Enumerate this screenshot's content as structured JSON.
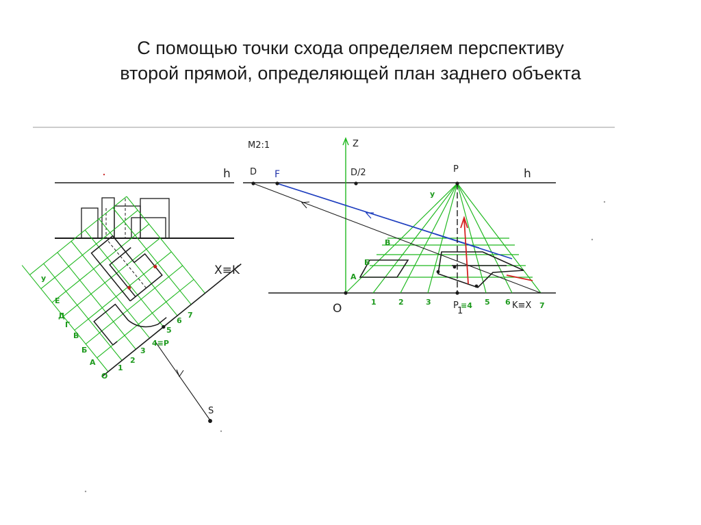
{
  "title": {
    "line1": "С помощью точки схода определяем перспективу",
    "line2": "второй прямой, определяющей план заднего объекта"
  },
  "labels": {
    "scale": "М2:1",
    "horizon_left": "h",
    "horizon_right": "h",
    "D": "D",
    "F": "F",
    "D_half": "D/2",
    "P": "P",
    "Z": "Z",
    "O": "O",
    "y_persp": "y",
    "A": "A",
    "B": "Б",
    "V": "В",
    "P1": "P",
    "P1_sub": "1",
    "P1_eq": "≡4",
    "K_eq_X": "K≡X",
    "X_eq_K": "X≡K",
    "y_plan": "y",
    "E": "E",
    "D_plan": "Д",
    "G_plan": "Г",
    "V_plan": "В",
    "B_plan": "Б",
    "A_plan": "A",
    "O_plan": "O",
    "four_eq_P": "4≡P",
    "S": "S"
  },
  "numbers_persp": [
    "1",
    "2",
    "3",
    "5",
    "6",
    "7"
  ],
  "numbers_plan": [
    "1",
    "2",
    "3",
    "5",
    "6",
    "7"
  ],
  "colors": {
    "construction": "#1fb81f",
    "vanishing_line": "#1f3fbf",
    "height_line": "#d42020",
    "ink": "#1a1a1a"
  }
}
